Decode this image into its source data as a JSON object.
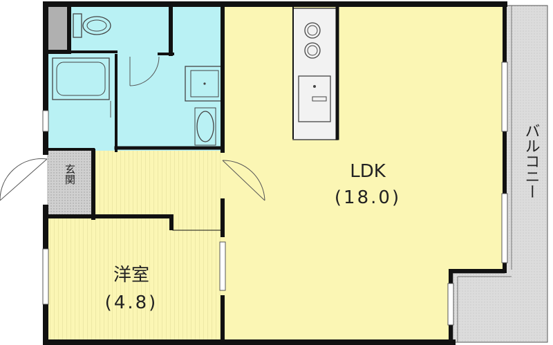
{
  "rooms": {
    "ldk": {
      "name": "LDK",
      "size": "(18.0)"
    },
    "western": {
      "name": "洋室",
      "size": "(4.8)"
    },
    "entrance": {
      "name": "玄関"
    },
    "balcony": {
      "name": "バルコニー"
    }
  },
  "colors": {
    "wall": "#111111",
    "ldk_floor": "#fbf6b4",
    "western_floor": "#fbf6b4",
    "hall_floor": "#fbf6b4",
    "wet_area": "#b9f1f4",
    "balcony": "#d8d8d8",
    "entrance": "#d8d8d8",
    "fixture_line": "#444444"
  }
}
